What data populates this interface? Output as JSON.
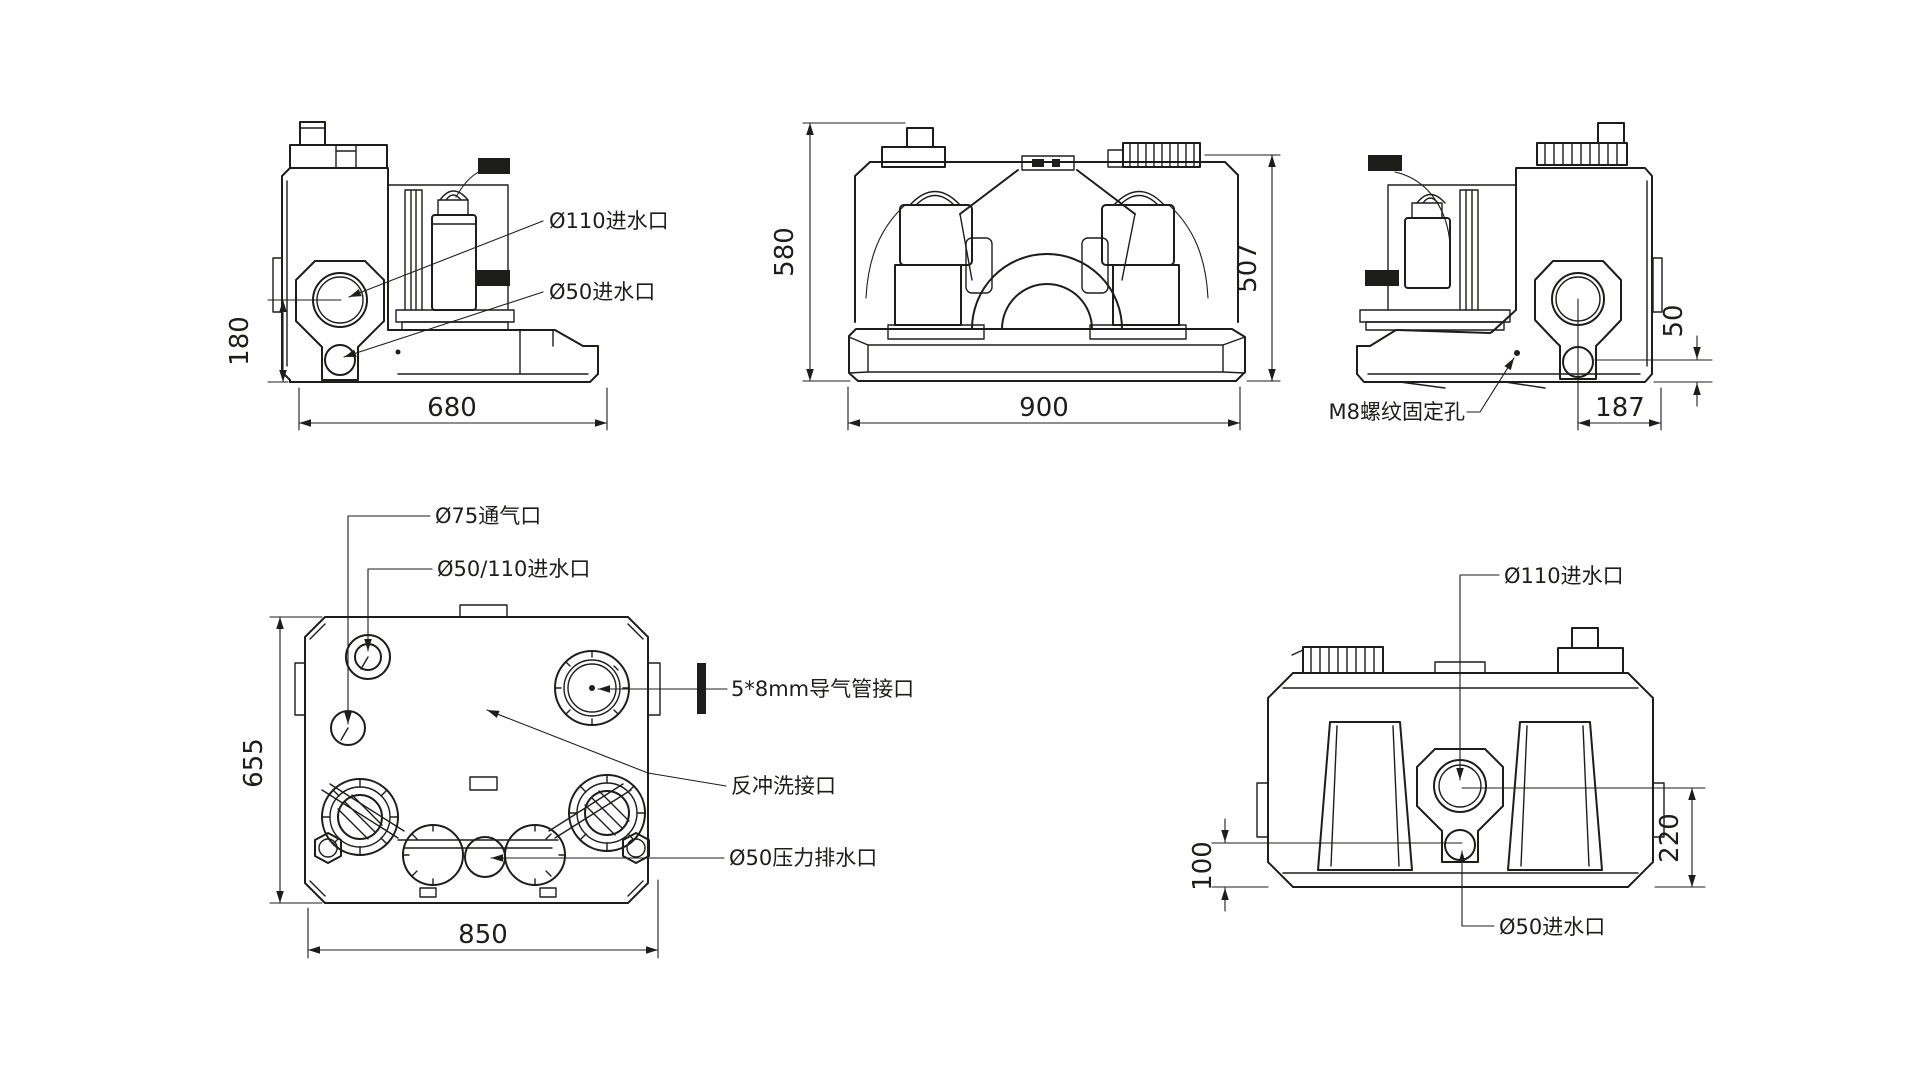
{
  "drawing": {
    "type": "engineering-dimension-drawing",
    "background_color": "#ffffff",
    "line_color": "#1d1d1b",
    "views": {
      "side_left": {
        "label_inlet_110": "Ø110进水口",
        "label_inlet_50": "Ø50进水口",
        "dim_height_180": "180",
        "dim_width_680": "680"
      },
      "front": {
        "dim_height_580": "580",
        "dim_height_507": "507",
        "dim_width_900": "900"
      },
      "side_right": {
        "label_m8": "M8螺纹固定孔",
        "dim_50": "50",
        "dim_187": "187"
      },
      "top": {
        "label_vent_75": "Ø75通气口",
        "label_inlet_50_110": "Ø50/110进水口",
        "label_air_tube": "5*8mm导气管接口",
        "label_backwash": "反冲洗接口",
        "label_outlet_50": "Ø50压力排水口",
        "dim_depth_655": "655",
        "dim_width_850": "850"
      },
      "rear": {
        "label_inlet_110": "Ø110进水口",
        "label_inlet_50": "Ø50进水口",
        "dim_100": "100",
        "dim_220": "220"
      }
    }
  }
}
